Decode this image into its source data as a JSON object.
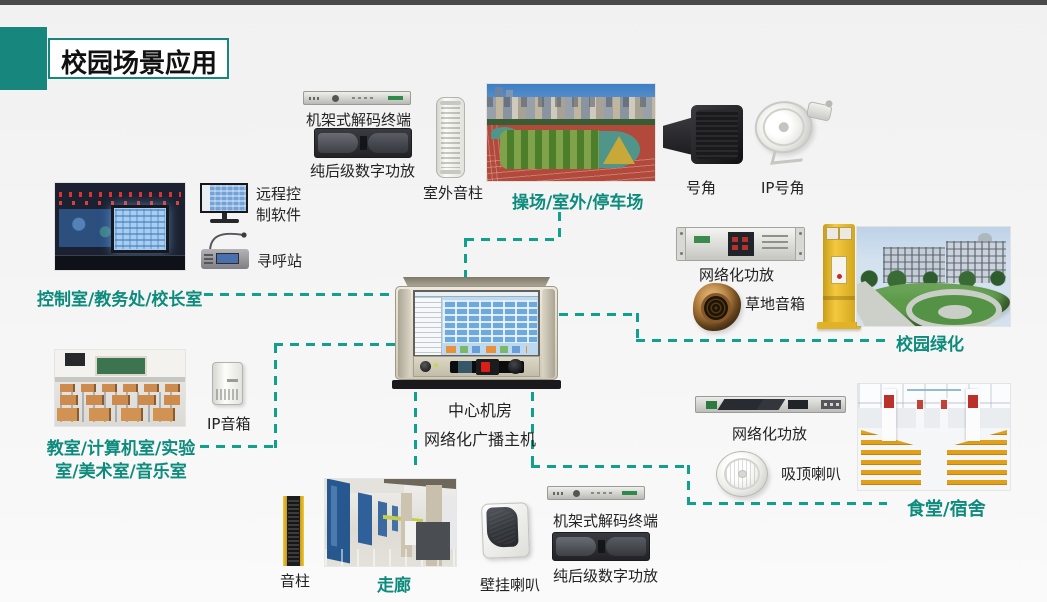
{
  "title": "校园场景应用",
  "colors": {
    "accent": "#17877E",
    "zone_text": "#0D8B7C",
    "connector": "#10A18C"
  },
  "center": {
    "room": "中心机房",
    "host": "网络化广播主机"
  },
  "zones": {
    "playground": {
      "label": "操场/室外/停车场"
    },
    "control": {
      "label": "控制室/教务处/校长室"
    },
    "classroom": {
      "label_line1": "教室/计算机室/实验",
      "label_line2": "室/美术室/音乐室"
    },
    "greenery": {
      "label": "校园绿化"
    },
    "corridor": {
      "label": "走廊"
    },
    "canteen": {
      "label": "食堂/宿舍"
    }
  },
  "devices": {
    "rack_decoder_top": "机架式解码终端",
    "amp_top": "纯后级数字功放",
    "outdoor_column": "室外音柱",
    "horn": "号角",
    "ip_horn": "IP号角",
    "remote_software": "远程控制软件",
    "paging_station": "寻呼站",
    "network_amp_right": "网络化功放",
    "lawn_speaker": "草地音箱",
    "ip_speaker": "IP音箱",
    "sound_column": "音柱",
    "wall_speaker": "壁挂喇叭",
    "rack_decoder_bottom": "机架式解码终端",
    "amp_bottom": "纯后级数字功放",
    "network_amp_bottom": "网络化功放",
    "ceiling_speaker": "吸顶喇叭"
  }
}
